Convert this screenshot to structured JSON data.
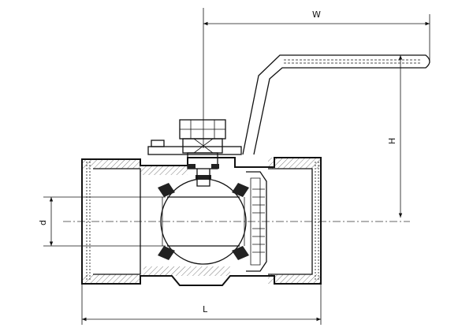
{
  "labels": {
    "width": "W",
    "height": "H",
    "diameter": "d",
    "length": "L"
  }
}
